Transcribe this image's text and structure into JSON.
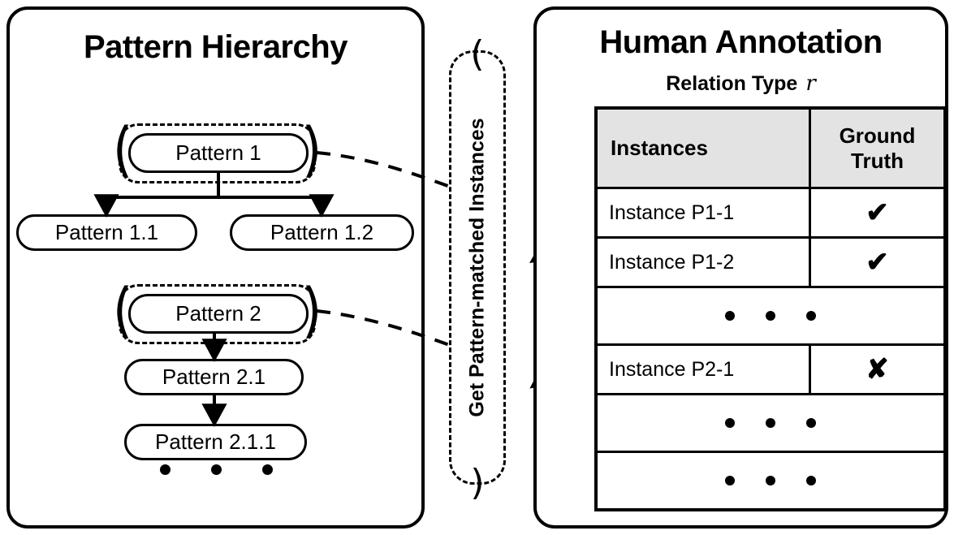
{
  "left_panel": {
    "title": "Pattern Hierarchy",
    "nodes": {
      "p1": "Pattern 1",
      "p11": "Pattern 1.1",
      "p12": "Pattern 1.2",
      "p2": "Pattern 2",
      "p21": "Pattern 2.1",
      "p211": "Pattern 2.1.1"
    },
    "ellipsis": "• • •"
  },
  "middle": {
    "label": "Get Pattern-matched Instances",
    "open_paren": "(",
    "close_paren": ")"
  },
  "right_panel": {
    "title": "Human Annotation",
    "subtitle": "Relation Type",
    "relation_symbol": "r",
    "table": {
      "columns": [
        "Instances",
        "Ground Truth"
      ],
      "column_header_lines": [
        [
          "Instances"
        ],
        [
          "Ground",
          "Truth"
        ]
      ],
      "rows": [
        {
          "type": "data",
          "instance": "Instance P1-1",
          "ground_truth": "✔",
          "gt_name": "check"
        },
        {
          "type": "data",
          "instance": "Instance P1-2",
          "ground_truth": "✔",
          "gt_name": "check"
        },
        {
          "type": "ellipsis"
        },
        {
          "type": "data",
          "instance": "Instance P2-1",
          "ground_truth": "✘",
          "gt_name": "cross"
        },
        {
          "type": "ellipsis"
        },
        {
          "type": "ellipsis"
        }
      ]
    }
  },
  "colors": {
    "stroke": "#000000",
    "header_fill": "#e3e3e3",
    "background": "#ffffff"
  }
}
